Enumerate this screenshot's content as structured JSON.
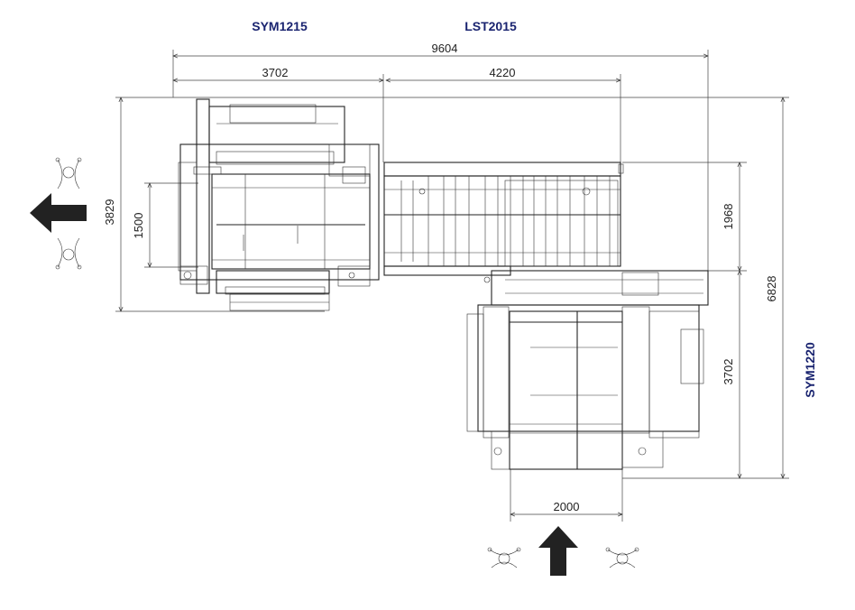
{
  "labels": {
    "machine_left": "SYM1215",
    "machine_middle": "LST2015",
    "machine_right": "SYM1220"
  },
  "dimensions": {
    "total_width": "9604",
    "left_width": "3702",
    "middle_width": "4220",
    "left_height": "3829",
    "left_inner_height": "1500",
    "middle_height": "1968",
    "total_height": "6828",
    "right_height": "3702",
    "bottom_width": "2000"
  },
  "colors": {
    "label": "#1a2470",
    "line": "#222222",
    "arrow": "#222222"
  },
  "icons": [
    "operator-icon",
    "flow-arrow-left-icon",
    "flow-arrow-up-icon"
  ]
}
